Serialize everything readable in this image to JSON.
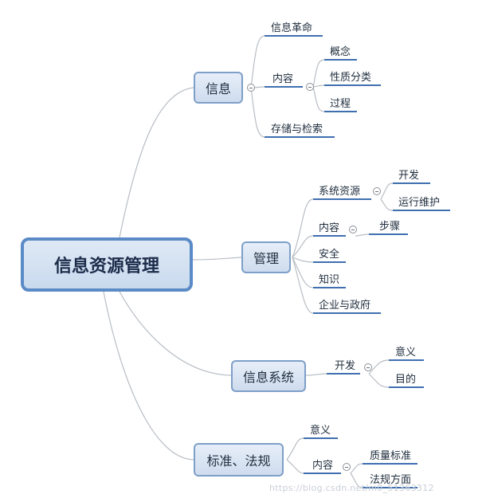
{
  "mindmap": {
    "root": "信息资源管理",
    "branches": [
      {
        "label": "信息",
        "children": [
          {
            "label": "信息革命"
          },
          {
            "label": "内容",
            "children": [
              {
                "label": "概念"
              },
              {
                "label": "性质分类"
              },
              {
                "label": "过程"
              }
            ]
          },
          {
            "label": "存储与检索"
          }
        ]
      },
      {
        "label": "管理",
        "children": [
          {
            "label": "系统资源",
            "children": [
              {
                "label": "开发"
              },
              {
                "label": "运行维护"
              }
            ]
          },
          {
            "label": "内容",
            "children": [
              {
                "label": "步骤"
              }
            ]
          },
          {
            "label": "安全"
          },
          {
            "label": "知识"
          },
          {
            "label": "企业与政府"
          }
        ]
      },
      {
        "label": "信息系统",
        "children": [
          {
            "label": "开发",
            "children": [
              {
                "label": "意义"
              },
              {
                "label": "目的"
              }
            ]
          }
        ]
      },
      {
        "label": "标准、法规",
        "children": [
          {
            "label": "意义"
          },
          {
            "label": "内容",
            "children": [
              {
                "label": "质量标准"
              },
              {
                "label": "法规方面"
              }
            ]
          }
        ]
      }
    ]
  },
  "colors": {
    "root_border": "#5b8bc6",
    "main_border": "#7e9fc8",
    "leaf_underline": "#3f6fb0",
    "connector": "#b8bdc4"
  },
  "watermark": "https://blog.csdn.net/m0_51363312"
}
